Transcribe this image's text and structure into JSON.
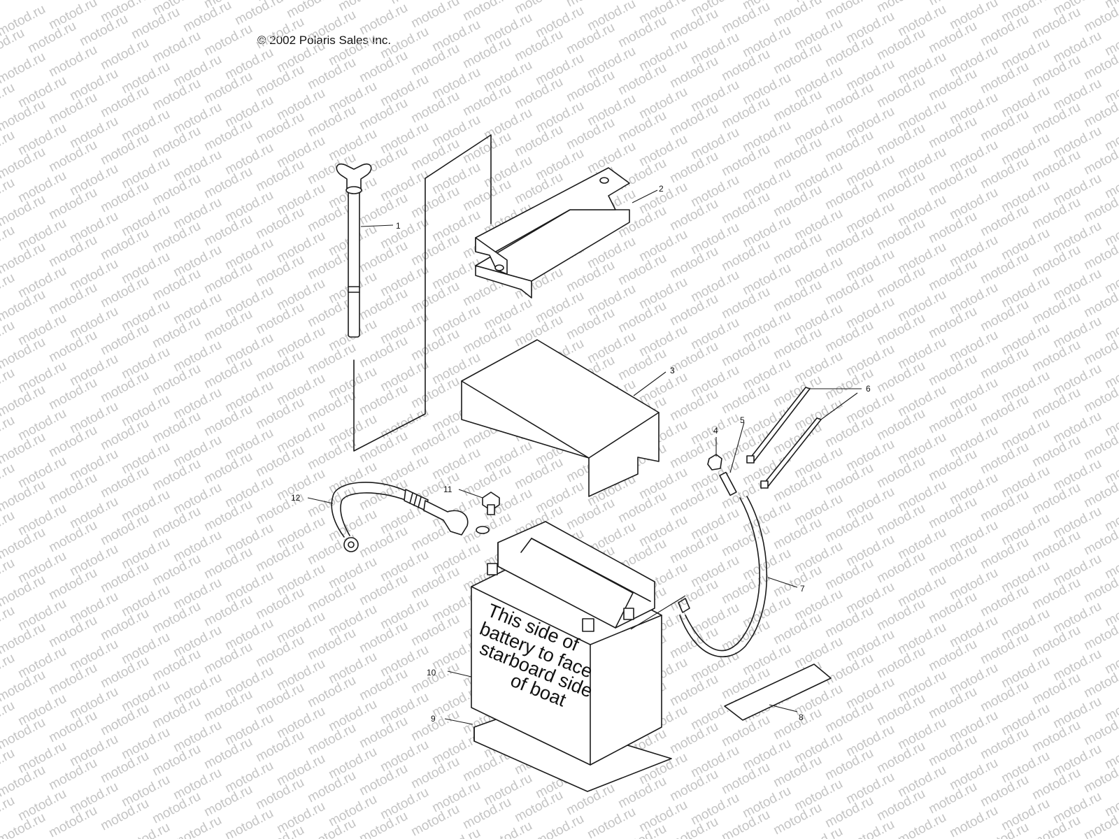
{
  "copyright": "© 2002 Polaris Sales Inc.",
  "watermark": "motod.ru",
  "battery_label": [
    "This side of",
    "battery to face",
    "starboard side",
    "of boat"
  ],
  "callouts": [
    "1",
    "2",
    "3",
    "4",
    "5",
    "6",
    "7",
    "8",
    "9",
    "10",
    "11",
    "12"
  ]
}
